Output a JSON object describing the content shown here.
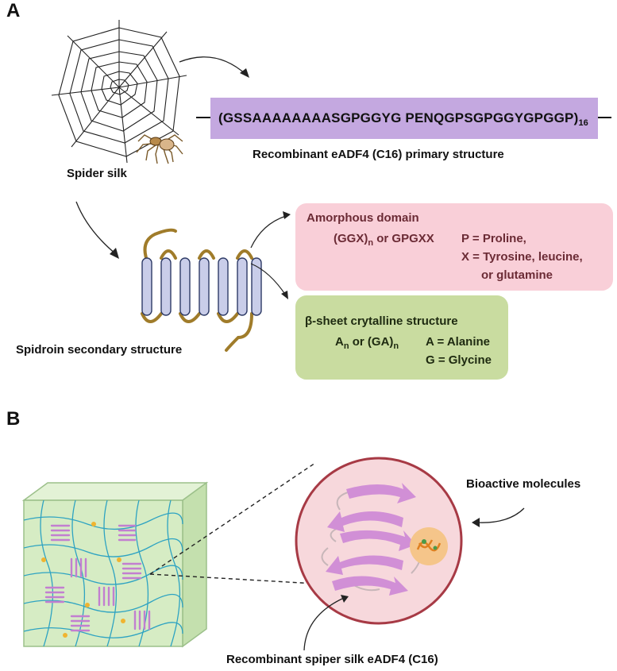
{
  "panel_a": {
    "letter": "A",
    "spider_silk_label": "Spider silk",
    "sequence": {
      "text": "(GSSAAAAAAAASGPGGYG PENQGPSGPGGYGPGGP)",
      "subscript": "16"
    },
    "primary_structure_label": "Recombinant eADF4 (C16) primary structure",
    "secondary_structure_label": "Spidroin secondary structure",
    "amorphous_box": {
      "title": "Amorphous domain",
      "formula_main": "(GGX)",
      "formula_sub": "n",
      "formula_rest": " or GPGXX",
      "line1_key": "P = Proline,",
      "line2": "X = Tyrosine, leucine,",
      "line3": "or glutamine",
      "color": "#f9cfd8"
    },
    "beta_box": {
      "title": "β-sheet crytalline structure",
      "formula_a": "A",
      "formula_a_sub": "n",
      "formula_mid": " or (GA)",
      "formula_mid_sub": "n",
      "line1_key": "A = Alanine",
      "line2": "G = Glycine",
      "color": "#c9dca0"
    }
  },
  "panel_b": {
    "letter": "B",
    "bioactive_label": "Bioactive molecules",
    "silk_label": "Recombinant spiper silk eADF4 (C16)"
  },
  "colors": {
    "sequence_bg": "#c4a8e0",
    "helix_fill": "#c9cde9",
    "loop": "#a07c2a",
    "circle_border": "#a73a45",
    "circle_fill": "#f7d8dc",
    "gel_fill": "#d6ecc4",
    "network": "#2ea3c2",
    "silk_strands": "#c27fd0"
  }
}
